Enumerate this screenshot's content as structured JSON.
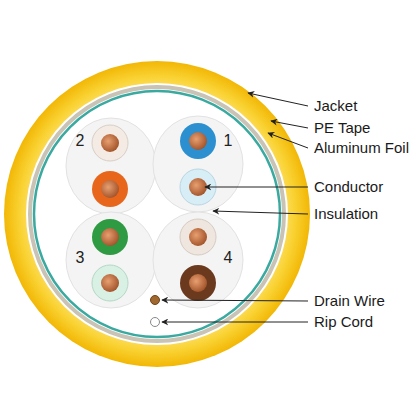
{
  "diagram": {
    "labels": [
      "Jacket",
      "PE Tape",
      "Aluminum Foil",
      "2",
      "1",
      "Conductor",
      "Insulation",
      "3",
      "4",
      "Drain Wire",
      "Rip Cord"
    ]
  }
}
